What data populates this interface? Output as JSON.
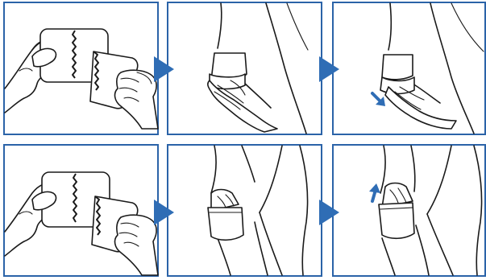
{
  "colors": {
    "frame": "#2b63a8",
    "arrow": "#2f6db5",
    "line": "#1a1a1a",
    "background": "#ffffff"
  },
  "steps": [
    {
      "row": 1,
      "col": 1,
      "depicts": "hands-opening-wrapper"
    },
    {
      "row": 1,
      "col": 2,
      "depicts": "applying-pad-to-knee"
    },
    {
      "row": 1,
      "col": 3,
      "depicts": "pressing-pad-down"
    },
    {
      "row": 2,
      "col": 1,
      "depicts": "hands-opening-wrapper"
    },
    {
      "row": 2,
      "col": 2,
      "depicts": "holding-pad-on-knee"
    },
    {
      "row": 2,
      "col": 3,
      "depicts": "sliding-pad-up"
    }
  ],
  "icons": {
    "step_arrow": "right-triangle",
    "down_arrow": "arrow-down-right",
    "up_arrow": "arrow-up"
  }
}
